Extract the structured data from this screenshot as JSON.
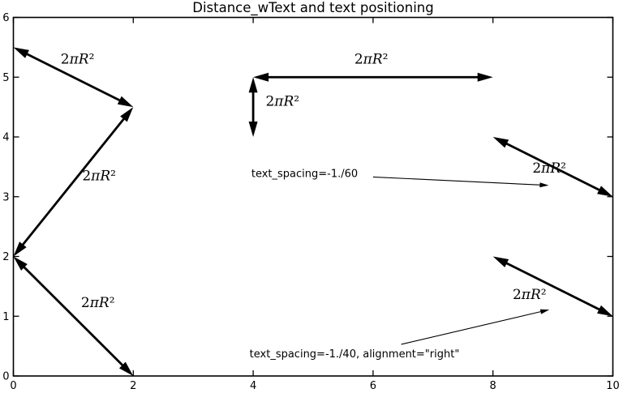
{
  "figure": {
    "background": "#ffffff",
    "ink_color": "#000000"
  },
  "chart_data": {
    "type": "annotated-arrow-diagram",
    "title": "Distance_wText and text positioning",
    "xlabel": "",
    "ylabel": "",
    "xlim": [
      0,
      10
    ],
    "ylim": [
      0,
      6
    ],
    "xticks": [
      0,
      2,
      4,
      6,
      8,
      10
    ],
    "yticks": [
      0,
      1,
      2,
      3,
      4,
      5,
      6
    ],
    "grid": false,
    "legend": null,
    "arrows": [
      {
        "x1": 0,
        "y1": 5.5,
        "x2": 2,
        "y2": 4.5,
        "style": "thick-double",
        "label": "2πR²",
        "label_x": 1.07,
        "label_y": 5.3
      },
      {
        "x1": 2,
        "y1": 4.5,
        "x2": 0,
        "y2": 2.0,
        "style": "thick-double",
        "label": "2πR²",
        "label_x": 1.43,
        "label_y": 3.35
      },
      {
        "x1": 0,
        "y1": 2.0,
        "x2": 2,
        "y2": 0.0,
        "style": "thick-double",
        "label": "2πR²",
        "label_x": 1.41,
        "label_y": 1.23
      },
      {
        "x1": 4,
        "y1": 5.0,
        "x2": 8,
        "y2": 5.0,
        "style": "thick-double",
        "label": "2πR²",
        "label_x": 5.97,
        "label_y": 5.3
      },
      {
        "x1": 4,
        "y1": 5.0,
        "x2": 4,
        "y2": 4.0,
        "style": "thick-double",
        "label": "2πR²",
        "label_x": 4.49,
        "label_y": 4.6
      },
      {
        "x1": 8,
        "y1": 4.0,
        "x2": 10,
        "y2": 3.0,
        "style": "thick-double",
        "label": "2πR²",
        "label_x": 8.94,
        "label_y": 3.48
      },
      {
        "x1": 8,
        "y1": 2.0,
        "x2": 10,
        "y2": 1.0,
        "style": "thick-double",
        "label": "2πR²",
        "label_x": 8.61,
        "label_y": 1.36
      }
    ],
    "annotations": [
      {
        "text": "text_spacing=-1./60",
        "text_x": 3.97,
        "text_y": 3.39,
        "arrow": {
          "x1": 6.0,
          "y1": 3.33,
          "x2": 8.93,
          "y2": 3.19
        }
      },
      {
        "text": "text_spacing=-1./40, alignment=\"right\"",
        "text_x": 3.94,
        "text_y": 0.37,
        "arrow": {
          "x1": 6.47,
          "y1": 0.53,
          "x2": 8.94,
          "y2": 1.11
        }
      }
    ]
  }
}
